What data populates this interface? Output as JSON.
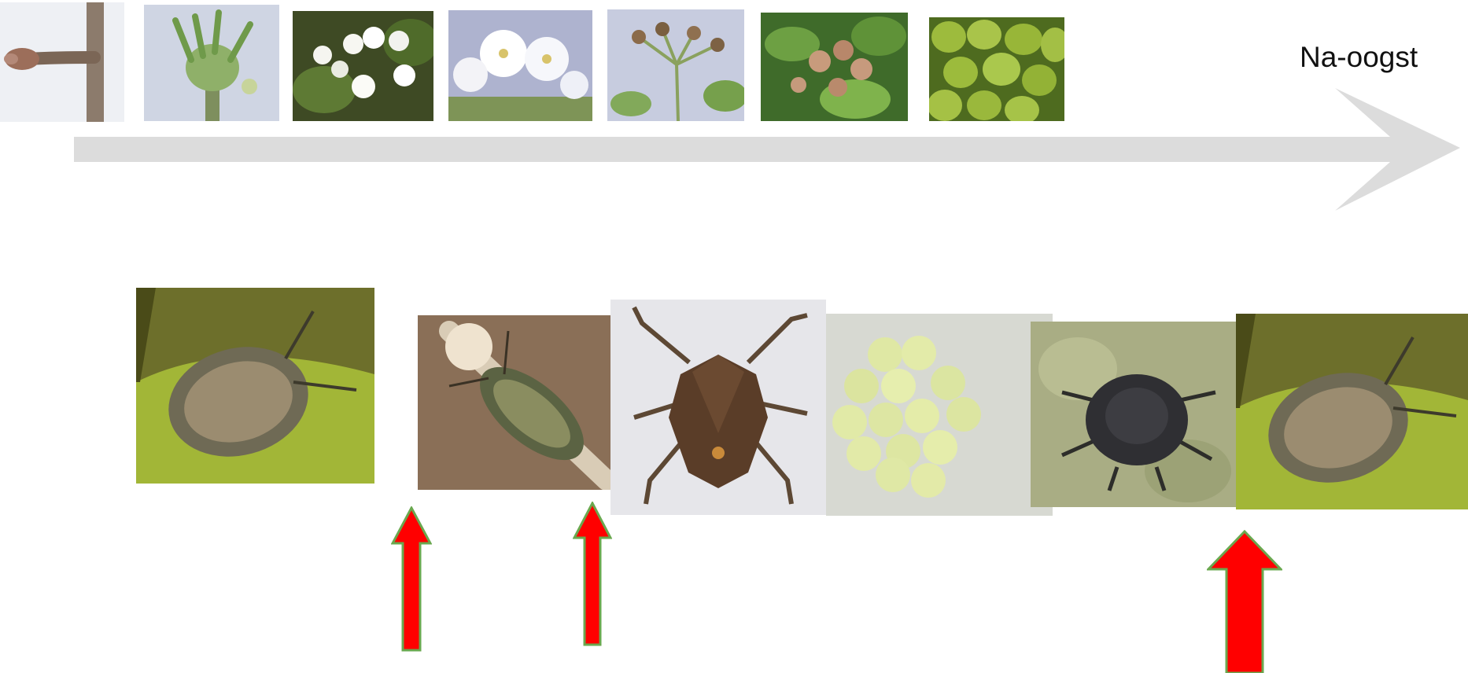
{
  "timeline": {
    "end_label": "Na-oogst",
    "arrow_color": "#dcdcdc"
  },
  "phenology_photos": [
    {
      "name": "pear-bud-photo"
    },
    {
      "name": "green-cluster-photo"
    },
    {
      "name": "white-bud-photo"
    },
    {
      "name": "full-bloom-photo"
    },
    {
      "name": "petal-fall-photo"
    },
    {
      "name": "young-fruit-photo"
    },
    {
      "name": "mature-pears-photo"
    }
  ],
  "insect_photos": [
    {
      "name": "adult-bug-overwintering-photo"
    },
    {
      "name": "adult-bug-on-twig-photo"
    },
    {
      "name": "adult-bug-dorsal-photo"
    },
    {
      "name": "egg-cluster-photo"
    },
    {
      "name": "nymph-photo"
    },
    {
      "name": "adult-bug-postharvest-photo"
    }
  ],
  "markers": {
    "color": "#ff0000",
    "border_color": "#6aa84f",
    "items": [
      {
        "name": "red-arrow-1"
      },
      {
        "name": "red-arrow-2"
      },
      {
        "name": "red-arrow-3"
      }
    ]
  }
}
